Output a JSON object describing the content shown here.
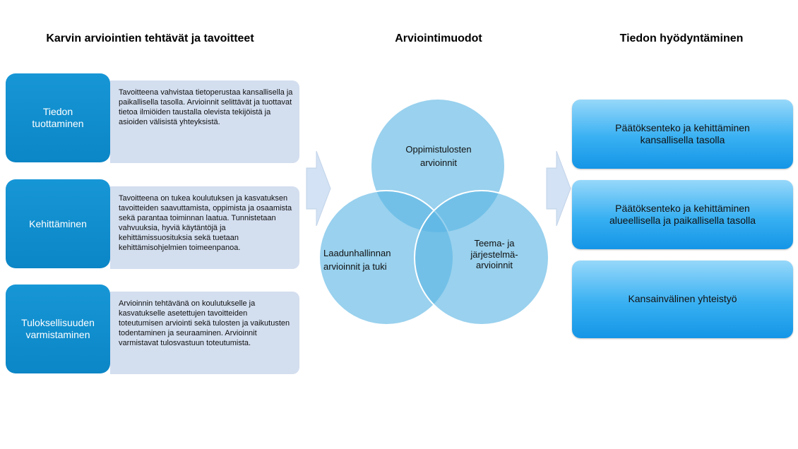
{
  "headers": {
    "left": "Karvin arviointien tehtävät ja tavoitteet",
    "middle": "Arviointimuodot",
    "right": "Tiedon hyödyntäminen"
  },
  "tasks": [
    {
      "title_lines": [
        "Tiedon",
        "tuottaminen"
      ],
      "description": "Tavoitteena vahvistaa tietoperustaa kansallisella ja paikallisella tasolla. Arvioinnit selittävät ja tuottavat tietoa ilmiöiden taustalla olevista tekijöistä ja asioiden välisistä yhteyksistä."
    },
    {
      "title_lines": [
        "Kehittäminen"
      ],
      "description": "Tavoitteena on tukea koulutuksen ja kasvatuksen tavoitteiden saavuttamista, oppimista ja osaamista sekä parantaa toiminnan laatua. Tunnistetaan vahvuuksia, hyviä käytäntöjä ja kehittämissuosituksia sekä tuetaan kehittämisohjelmien toimeenpanoa."
    },
    {
      "title_lines": [
        "Tuloksellisuuden",
        "varmistaminen"
      ],
      "description": "Arvioinnin tehtävänä on koulutukselle ja kasvatukselle asetettujen tavoitteiden toteutumisen arviointi sekä tulosten ja vaikutusten todentaminen ja seuraaminen. Arvioinnit varmistavat tulosvastuun toteutumista."
    }
  ],
  "evaluation_forms": [
    {
      "lines": [
        "Oppimistulosten",
        "arvioinnit"
      ]
    },
    {
      "lines": [
        "Laadunhallinnan",
        "arvioinnit ja tuki"
      ]
    },
    {
      "lines": [
        "Teema- ja",
        "järjestelmä-",
        "arvioinnit"
      ]
    }
  ],
  "uses": [
    {
      "lines": [
        "Päätöksenteko ja kehittäminen",
        "kansallisella tasolla"
      ]
    },
    {
      "lines": [
        "Päätöksenteko ja kehittäminen",
        "alueellisella ja paikallisella tasolla"
      ]
    },
    {
      "lines": [
        "Kansainvälinen yhteistyö"
      ]
    }
  ],
  "colors": {
    "task_box": "#0b86c6",
    "description_box": "#d3deef",
    "venn_circle": "#5ab4e3",
    "use_box": "#38b0f2",
    "arrow": "#d3e2f4"
  }
}
